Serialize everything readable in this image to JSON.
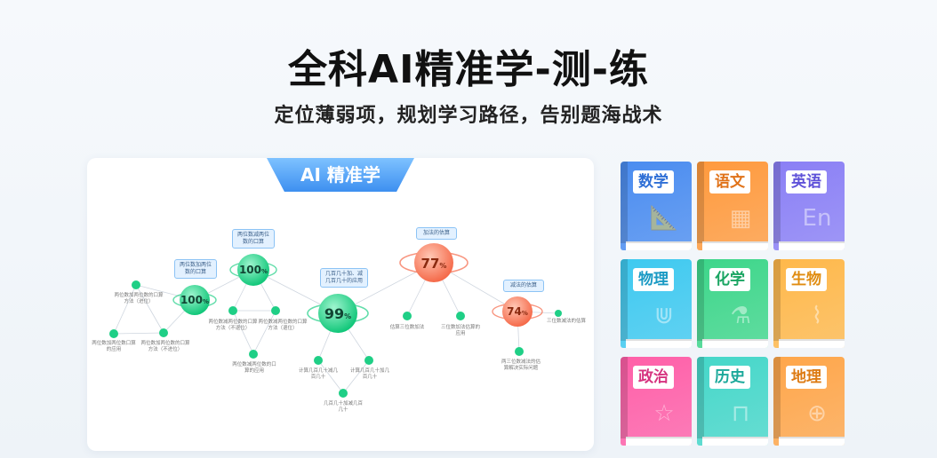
{
  "header": {
    "title": "全科AI精准学-测-练",
    "subtitle": "定位薄弱项，规划学习路径，告别题海战术"
  },
  "map": {
    "tab_label": "AI 精准学",
    "nodes": {
      "n100a": {
        "pct": "100",
        "label": "两位数加两位数的口算"
      },
      "n100b": {
        "pct": "100",
        "label": "两位数减两位数的口算"
      },
      "n99": {
        "pct": "99",
        "label": "几百几十加、减几百几十的应用"
      },
      "n77": {
        "pct": "77",
        "label": "加法的估算"
      },
      "n74": {
        "pct": "74",
        "label": "减法的估算"
      }
    },
    "leaf_labels": {
      "l1": "两位数加两位数的口算方法（进位）",
      "l2": "两位数加两位数口算的应用",
      "l3": "两位数加两位数的口算方法（不进位）",
      "l4": "两位数减两位数的口算方法（不退位）",
      "l5": "两位数减两位数的口算方法（退位）",
      "l6": "两位数减两位数的口算的应用",
      "l7": "计算几百几十减几百几十",
      "l8": "计算几百几十加几百几十",
      "l9": "几百几十加减几百几十",
      "l10": "估算三位数加法",
      "l11": "三位数加法估算的应用",
      "l12": "三位数减法的估算",
      "l13": "两三位数减法的估算解决实际问题"
    }
  },
  "subjects": [
    {
      "name": "数学",
      "icon": "ruler-icon",
      "glyph": "📐",
      "color": "#4a8cf0",
      "text": "#2f6fd6"
    },
    {
      "name": "语文",
      "icon": "book-grid-icon",
      "glyph": "▦",
      "color": "#ff9a3d",
      "text": "#e0731a"
    },
    {
      "name": "英语",
      "icon": "en-icon",
      "glyph": "En",
      "color": "#8a7ff5",
      "text": "#5f52d9"
    },
    {
      "name": "物理",
      "icon": "magnet-icon",
      "glyph": "⋓",
      "color": "#3ec9f0",
      "text": "#1a9ac4"
    },
    {
      "name": "化学",
      "icon": "flask-icon",
      "glyph": "⚗",
      "color": "#3dd68a",
      "text": "#1aa562"
    },
    {
      "name": "生物",
      "icon": "dna-icon",
      "glyph": "⌇",
      "color": "#ffb84a",
      "text": "#e08c10"
    },
    {
      "name": "政治",
      "icon": "star-icon",
      "glyph": "☆",
      "color": "#ff5fa8",
      "text": "#d6337f"
    },
    {
      "name": "历史",
      "icon": "bench-icon",
      "glyph": "⊓",
      "color": "#45d7c9",
      "text": "#1aa89a"
    },
    {
      "name": "地理",
      "icon": "globe-icon",
      "glyph": "⊕",
      "color": "#ffa64a",
      "text": "#dd7a12"
    }
  ]
}
